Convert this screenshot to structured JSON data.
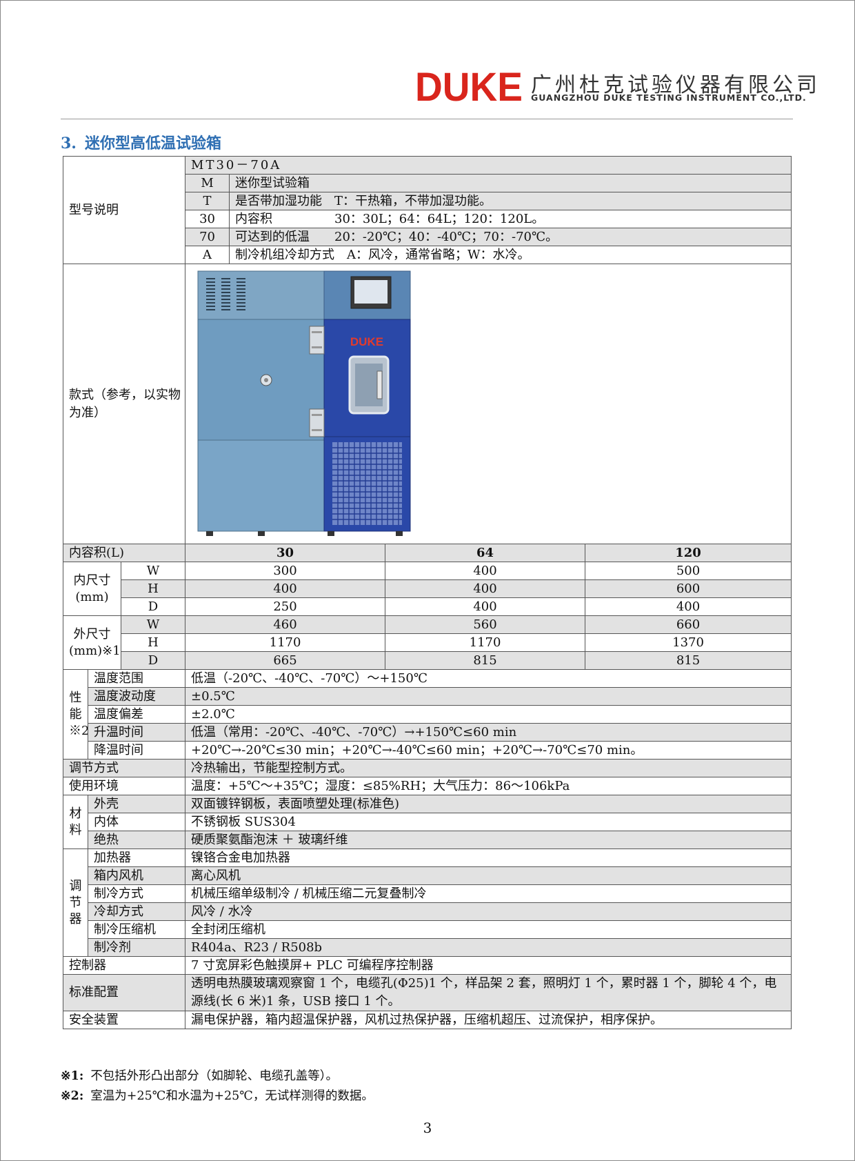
{
  "header": {
    "logo_text": "DUKE",
    "company_cn": "广州杜克试验仪器有限公司",
    "company_en": "GUANGZHOU DUKE TESTING INSTRUMENT CO.,LTD."
  },
  "section": {
    "number": "3.",
    "title": "迷你型高低温试验箱"
  },
  "model": {
    "label": "型号说明",
    "code": "MT30－70A",
    "rows": [
      {
        "k": "M",
        "v": "迷你型试验箱"
      },
      {
        "k": "T",
        "v": "是否带加湿功能　T：干热箱，不带加湿功能。"
      },
      {
        "k": "30",
        "v": "内容积　　　　　30：30L；64：64L；120：120L。"
      },
      {
        "k": "70",
        "v": "可达到的低温　　20：-20℃；40：-40℃；70：-70℃。"
      },
      {
        "k": "A",
        "v": "制冷机组冷却方式　A：风冷，通常省略；W：水冷。"
      }
    ]
  },
  "style_label": "款式（参考，以实物为准）",
  "product_logo": "DUKE",
  "capacity": {
    "label": "内容积(L)",
    "values": [
      "30",
      "64",
      "120"
    ]
  },
  "inner_size": {
    "label": "内尺寸(mm)",
    "rows": [
      {
        "k": "W",
        "values": [
          "300",
          "400",
          "500"
        ]
      },
      {
        "k": "H",
        "values": [
          "400",
          "400",
          "600"
        ]
      },
      {
        "k": "D",
        "values": [
          "250",
          "400",
          "400"
        ]
      }
    ]
  },
  "outer_size": {
    "label": "外尺寸(mm)※1",
    "rows": [
      {
        "k": "W",
        "values": [
          "460",
          "560",
          "660"
        ]
      },
      {
        "k": "H",
        "values": [
          "1170",
          "1170",
          "1370"
        ]
      },
      {
        "k": "D",
        "values": [
          "665",
          "815",
          "815"
        ]
      }
    ]
  },
  "performance": {
    "label": "性能※2",
    "rows": [
      {
        "k": "温度范围",
        "v": "低温（-20℃、-40℃、-70℃）～+150℃"
      },
      {
        "k": "温度波动度",
        "v": "±0.5℃"
      },
      {
        "k": "温度偏差",
        "v": "±2.0℃"
      },
      {
        "k": "升温时间",
        "v": "低温（常用：-20℃、-40℃、-70℃）→+150℃≤60 min"
      },
      {
        "k": "降温时间",
        "v": "+20℃→-20℃≤30 min；+20℃→-40℃≤60 min；+20℃→-70℃≤70 min。"
      }
    ]
  },
  "regulation": {
    "label": "调节方式",
    "v": "冷热输出，节能型控制方式。"
  },
  "environment": {
    "label": "使用环境",
    "v": "温度：+5℃～+35℃；湿度：≤85%RH；大气压力：86～106kPa"
  },
  "material": {
    "label": "材料",
    "rows": [
      {
        "k": "外壳",
        "v": "双面镀锌钢板，表面喷塑处理(标准色)"
      },
      {
        "k": "内体",
        "v": "不锈钢板 SUS304"
      },
      {
        "k": "绝热",
        "v": "硬质聚氨酯泡沫 ＋ 玻璃纤维"
      }
    ]
  },
  "regulator": {
    "label": "调节器",
    "rows": [
      {
        "k": "加热器",
        "v": "镍铬合金电加热器"
      },
      {
        "k": "箱内风机",
        "v": "离心风机"
      },
      {
        "k": "制冷方式",
        "v": "机械压缩单级制冷 / 机械压缩二元复叠制冷"
      },
      {
        "k": "冷却方式",
        "v": "风冷 / 水冷"
      },
      {
        "k": "制冷压缩机",
        "v": "全封闭压缩机"
      },
      {
        "k": "制冷剂",
        "v": "R404a、R23 / R508b"
      }
    ]
  },
  "controller": {
    "label": "控制器",
    "v": "7 寸宽屏彩色触摸屏+ PLC 可编程序控制器"
  },
  "standard": {
    "label": "标准配置",
    "v": "透明电热膜玻璃观察窗 1 个，电缆孔(Φ25)1 个，样品架 2 套，照明灯 1 个，累时器 1 个，脚轮 4 个，电源线(长 6 米)1 条，USB 接口 1 个。"
  },
  "safety": {
    "label": "安全装置",
    "v": "漏电保护器，箱内超温保护器，风机过热保护器，压缩机超压、过流保护，相序保护。"
  },
  "footnotes": [
    {
      "k": "※1:",
      "v": "不包括外形凸出部分（如脚轮、电缆孔盖等）。"
    },
    {
      "k": "※2:",
      "v": "室温为+25℃和水温为+25℃，无试样测得的数据。"
    }
  ],
  "page_number": "3",
  "colors": {
    "title_blue": "#2f6fb3",
    "logo_red": "#d9251c",
    "row_gray": "#e2e2e2"
  }
}
